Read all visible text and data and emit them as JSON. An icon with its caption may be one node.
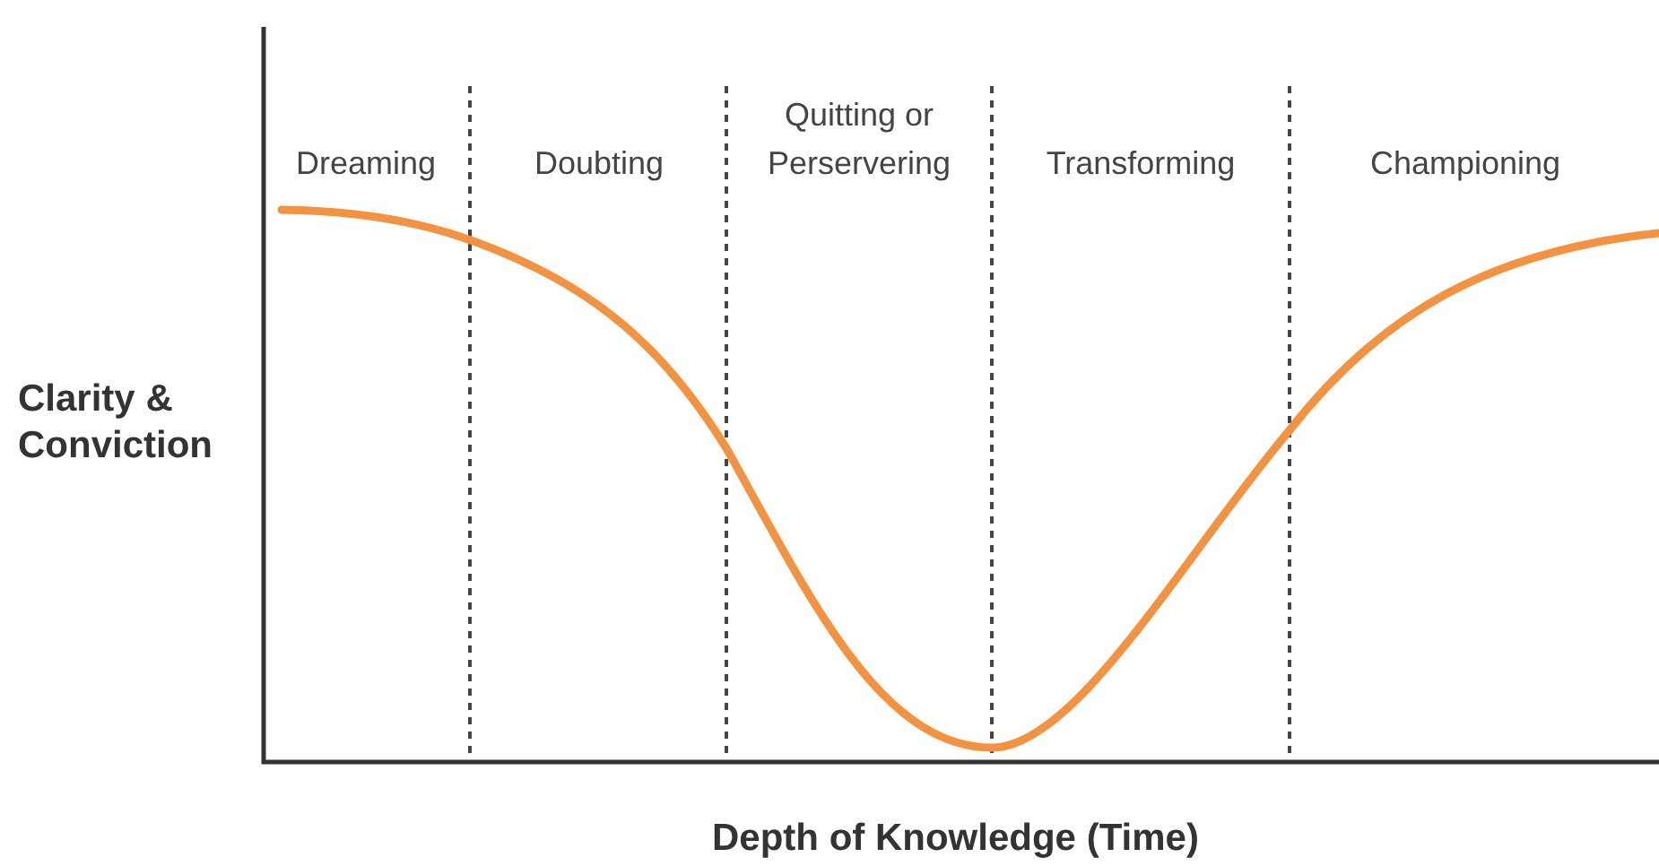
{
  "diagram": {
    "labels": [
      "Dreaming",
      "Doubting",
      "Quitting or Perservering",
      "Transforming",
      "Championing",
      "Clarity & Conviction",
      "Depth of Knowledge (Time)"
    ]
  }
}
